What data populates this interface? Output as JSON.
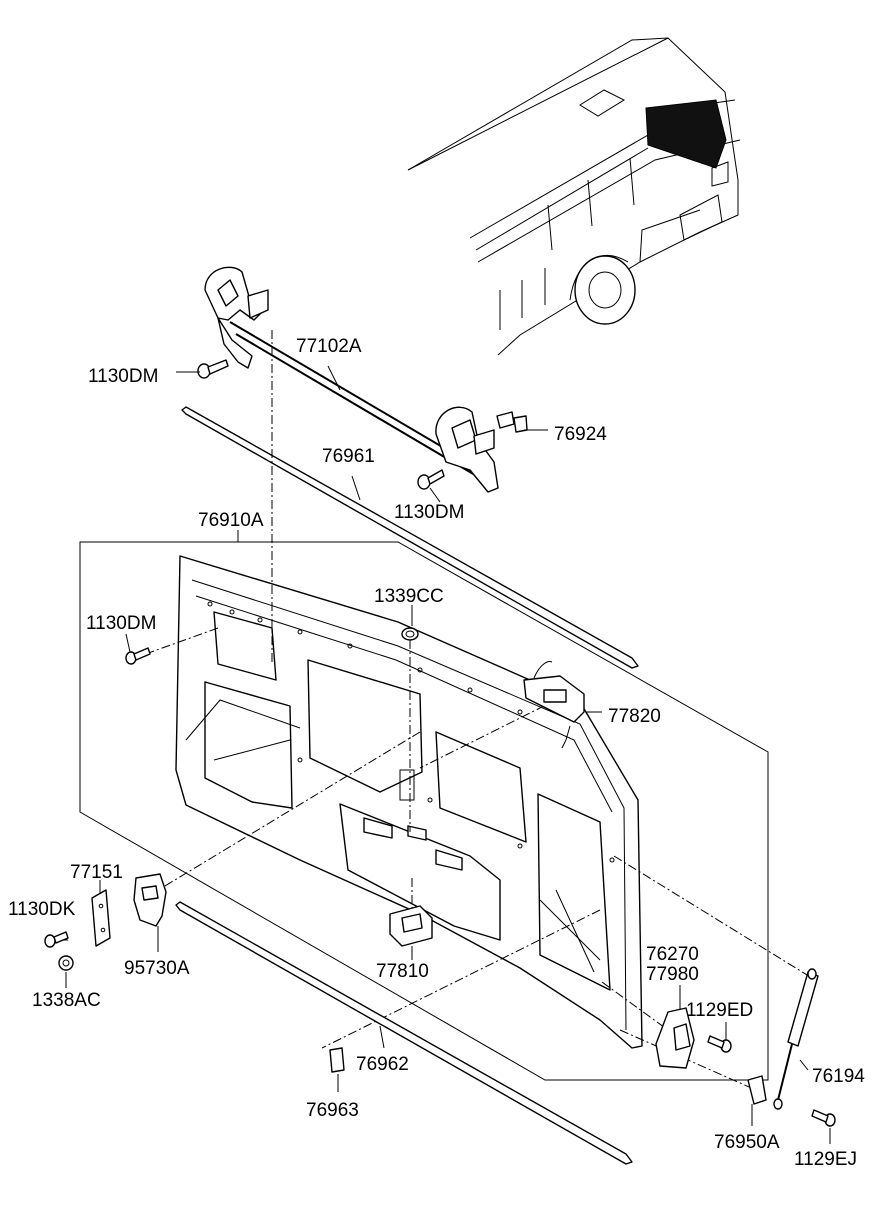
{
  "labels": {
    "p77102A": "77102A",
    "p1130DM_a": "1130DM",
    "p76924": "76924",
    "p76961": "76961",
    "p1130DM_b": "1130DM",
    "p76910A": "76910A",
    "p1339CC": "1339CC",
    "p1130DM_c": "1130DM",
    "p77820": "77820",
    "p77151": "77151",
    "p1130DK": "1130DK",
    "p95730A": "95730A",
    "p1338AC": "1338AC",
    "p77810": "77810",
    "p76270": "76270",
    "p77980": "77980",
    "p1129ED": "1129ED",
    "p76194": "76194",
    "p76962": "76962",
    "p76963": "76963",
    "p76950A": "76950A",
    "p1129EJ": "1129EJ"
  }
}
